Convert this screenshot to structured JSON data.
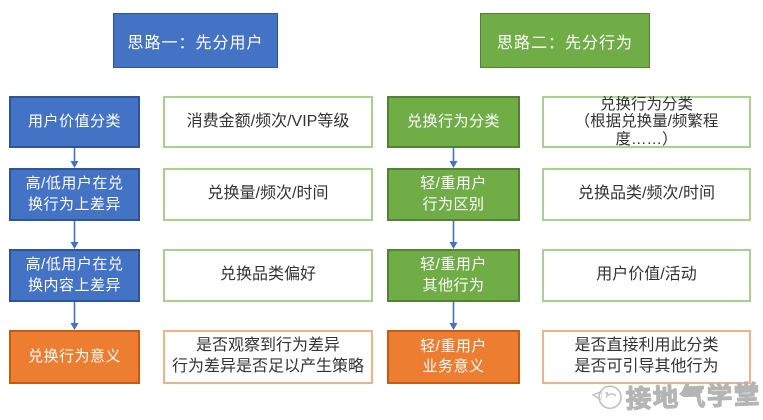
{
  "colors": {
    "blue": "#4472C4",
    "blue_border": "#2F5597",
    "green": "#70AD47",
    "green_border": "#548235",
    "orange": "#ED7D31",
    "orange_border": "#C55A11",
    "note_border_green": "#A9D18E",
    "note_border_orange": "#F4B183",
    "note_text": "#333333",
    "arrow": "#4472C4",
    "watermark": "#b5b5b5"
  },
  "headers": {
    "left": {
      "label": "思路一：先分用户"
    },
    "right": {
      "label": "思路二：先分行为"
    }
  },
  "flow_left": {
    "steps": [
      {
        "label": "用户价值分类",
        "note": "消费金额/频次/VIP等级"
      },
      {
        "label": "高/低用户在兑\n换行为上差异",
        "note": "兑换量/频次/时间"
      },
      {
        "label": "高/低用户在兑\n换内容上差异",
        "note": "兑换品类偏好"
      },
      {
        "label": "兑换行为意义",
        "note": "是否观察到行为差异\n行为差异是否足以产生策略"
      }
    ]
  },
  "flow_right": {
    "steps": [
      {
        "label": "兑换行为分类",
        "note": "兑换行为分类\n（根据兑换量/频繁程\n度……）"
      },
      {
        "label": "轻/重用户\n行为区别",
        "note": "兑换品类/频次/时间"
      },
      {
        "label": "轻/重用户\n其他行为",
        "note": "用户价值/活动"
      },
      {
        "label": "轻/重用户\n业务意义",
        "note": "是否直接利用此分类\n是否可引导其他行为"
      }
    ]
  },
  "watermark": {
    "text": "接地气学堂",
    "logo": "bird-logo"
  }
}
